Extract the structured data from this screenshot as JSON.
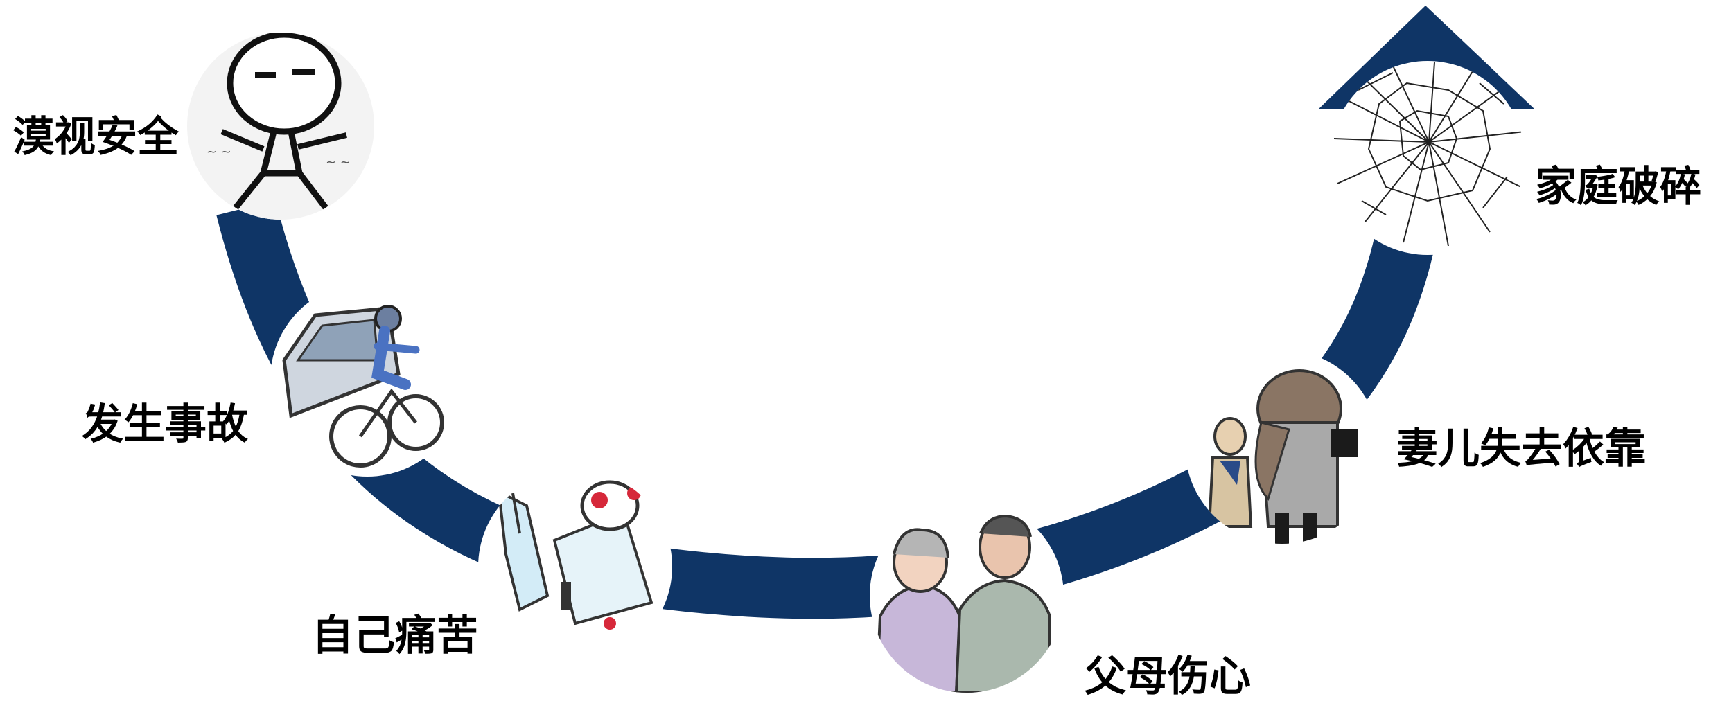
{
  "diagram": {
    "arc_color": "#0f3566",
    "stages": [
      {
        "label": "漠视安全",
        "icon": "stick-figure-icon"
      },
      {
        "label": "发生事故",
        "icon": "bicycle-car-accident-icon"
      },
      {
        "label": "自己痛苦",
        "icon": "injured-patient-icon"
      },
      {
        "label": "父母伤心",
        "icon": "grieving-parents-icon"
      },
      {
        "label": "妻儿失去依靠",
        "icon": "wife-and-child-icon"
      },
      {
        "label": "家庭破碎",
        "icon": "shattered-glass-icon"
      }
    ]
  }
}
